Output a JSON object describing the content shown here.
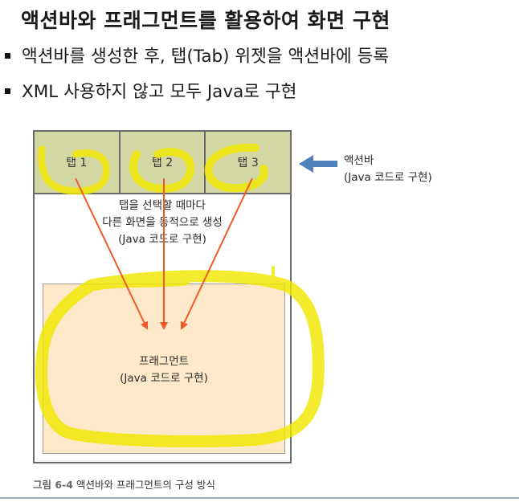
{
  "title": "액션바와 프래그먼트를 활용하여 화면 구현",
  "bullets": [
    "액션바를 생성한 후, 탭(Tab) 위젯을 액션바에 등록",
    "XML 사용하지 않고 모두 Java로 구현"
  ],
  "figure": {
    "tabs": [
      "탭 1",
      "탭 2",
      "탭 3"
    ],
    "middle_text": [
      "탭을 선택할 때마다",
      "다른 화면을 동적으로 생성",
      "(Java 코드로 구현)"
    ],
    "fragment_text": [
      "프래그먼트",
      "(Java 코드로 구현)"
    ],
    "actionbar_label": [
      "액션바",
      "(Java 코드로 구현)"
    ],
    "caption_number": "그림 6-4",
    "caption_text": "액션바와 프래그먼트의 구성 방식"
  },
  "colors": {
    "tab_bg": "#d2d7a3",
    "fragment_bg": "#fde9c9",
    "arrow_red": "#f05a28",
    "arrow_blue": "#4f81bd",
    "highlighter": "#f2e600"
  }
}
